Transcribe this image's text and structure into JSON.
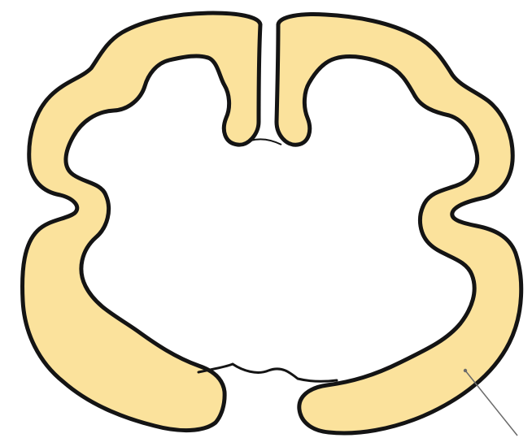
{
  "diagram": {
    "kind": "coronal brain section outline",
    "colors": {
      "cortex_fill": "#fbe29c",
      "outline": "#141414",
      "background": "#ffffff",
      "pointer_line": "#6b6b6b"
    },
    "hemispheres": [
      "left",
      "right"
    ],
    "leader_line_label": ""
  }
}
